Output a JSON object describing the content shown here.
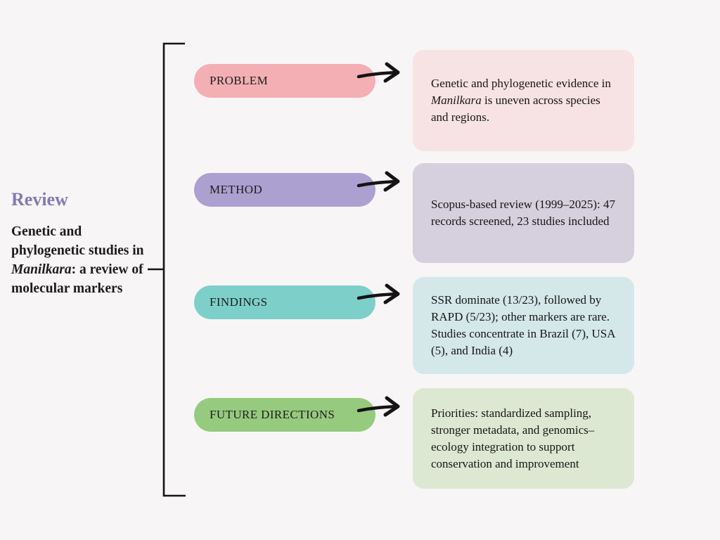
{
  "page": {
    "background": "#f7f5f5",
    "line_color": "#141414"
  },
  "sidebar": {
    "heading": "Review",
    "heading_color": "#8579b6",
    "title_pre": "Genetic and phylogenetic studies in ",
    "title_italic": "Manilkara",
    "title_post": ": a review of molecular markers"
  },
  "rows": [
    {
      "label": "PROBLEM",
      "pill_color": "#f3afb3",
      "box_color": "#f8e3e4",
      "text_pre": "Genetic and phylogenetic evidence in ",
      "text_italic": "Manilkara",
      "text_post": " is uneven across species and regions."
    },
    {
      "label": "METHOD",
      "pill_color": "#aca0d0",
      "box_color": "#d6d0de",
      "text_pre": "Scopus-based review (1999–2025): 47 records screened, 23 studies included",
      "text_italic": "",
      "text_post": ""
    },
    {
      "label": "FINDINGS",
      "pill_color": "#7dd0ca",
      "box_color": "#d4e7e9",
      "text_pre": "SSR dominate (13/23), followed by RAPD (5/23); other markers are rare. Studies concentrate in Brazil (7), USA (5), and India (4)",
      "text_italic": "",
      "text_post": ""
    },
    {
      "label": "FUTURE DIRECTIONS",
      "pill_color": "#96ca7e",
      "box_color": "#dde8d2",
      "text_pre": "Priorities: standardized sampling, stronger metadata, and genomics–ecology integration to support conservation and improvement",
      "text_italic": "",
      "text_post": ""
    }
  ]
}
